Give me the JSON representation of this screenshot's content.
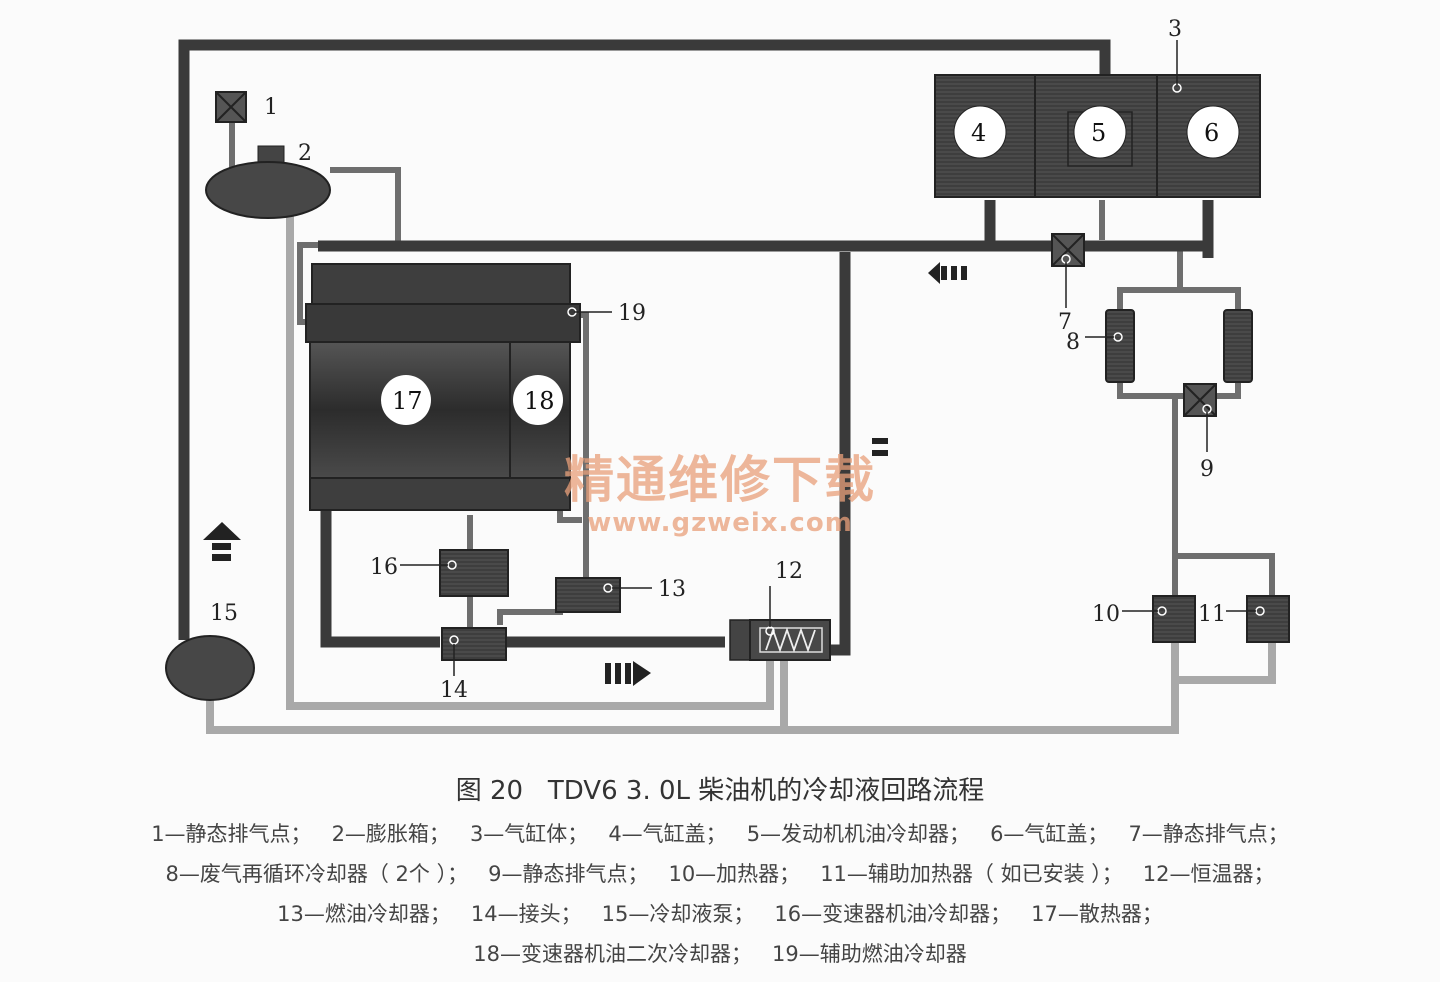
{
  "components": [
    {
      "id": "1",
      "text": "1"
    },
    {
      "id": "2",
      "text": "2"
    },
    {
      "id": "3",
      "text": "3"
    },
    {
      "id": "4",
      "text": "4"
    },
    {
      "id": "5",
      "text": "5"
    },
    {
      "id": "6",
      "text": "6"
    },
    {
      "id": "7",
      "text": "7"
    },
    {
      "id": "8",
      "text": "8"
    },
    {
      "id": "9",
      "text": "9"
    },
    {
      "id": "10",
      "text": "10"
    },
    {
      "id": "11",
      "text": "11"
    },
    {
      "id": "12",
      "text": "12"
    },
    {
      "id": "13",
      "text": "13"
    },
    {
      "id": "14",
      "text": "14"
    },
    {
      "id": "15",
      "text": "15"
    },
    {
      "id": "16",
      "text": "16"
    },
    {
      "id": "17",
      "text": "17"
    },
    {
      "id": "18",
      "text": "18"
    },
    {
      "id": "19",
      "text": "19"
    }
  ],
  "watermark": {
    "line1": "精通维修下载",
    "line2": "www.gzweix.com"
  },
  "caption": "图 20   TDV6 3. 0L 柴油机的冷却液回路流程",
  "legend": [
    [
      "1—静态排气点；",
      "2—膨胀箱；",
      "3—气缸体；",
      "4—气缸盖；",
      "5—发动机机油冷却器；",
      "6—气缸盖；",
      "7—静态排气点；"
    ],
    [
      "8—废气再循环冷却器（ 2个 ）；",
      "9—静态排气点；",
      "10—加热器；",
      "11—辅助加热器（ 如已安装 ）；",
      "12—恒温器；"
    ],
    [
      "13—燃油冷却器；",
      "14—接头；",
      "15—冷却液泵；",
      "16—变速器机油冷却器；",
      "17—散热器；"
    ],
    [
      "18—变速器机油二次冷却器；",
      "19—辅助燃油冷却器"
    ]
  ],
  "colors": {
    "dark_pipe": "#3a3a3a",
    "light_pipe": "#a9a9a9",
    "mid_pipe": "#6e6e6e",
    "component": "#474747",
    "watermark": "#e9a07a"
  }
}
